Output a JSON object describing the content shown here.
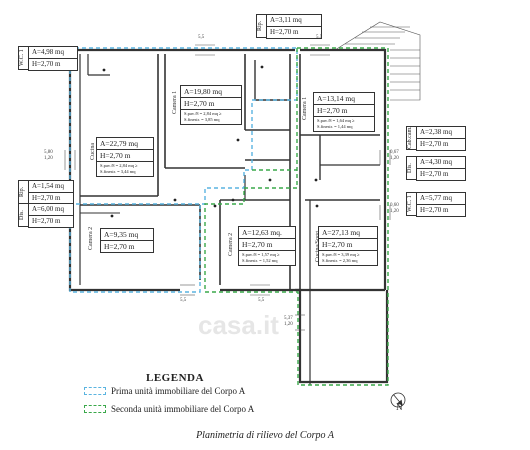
{
  "rooms": [
    {
      "id": "camera1",
      "name": "Camera 1",
      "area": "A=19,80 mq",
      "height": "H=2,70 m",
      "note1": "S.pav./8 = 2,84 mq ≥",
      "note2": "S.finestr. = 3,85 mq"
    },
    {
      "id": "cucina",
      "name": "Cucina",
      "area": "A=22,79 mq",
      "height": "H=2,70 m",
      "note1": "S.pav./8 = 2,84 mq ≥",
      "note2": "S.finestr. = 3,44 mq"
    },
    {
      "id": "camera2",
      "name": "Camera 2",
      "area": "A=9,35 mq",
      "height": "H=2,70 m"
    },
    {
      "id": "camera1b",
      "name": "Camera 1",
      "area": "A=13,14 mq",
      "height": "H=2,70 m",
      "note1": "S.pav./8 = 1,64 mq ≥",
      "note2": "S.finestr. = 1,44 mq"
    },
    {
      "id": "camera2b",
      "name": "Camera 2",
      "area": "A=12,63 mq.",
      "height": "H=2,70 m",
      "note1": "S.pav./8 = 1,57 mq ≥",
      "note2": "S.finestr. = 1,52 mq"
    },
    {
      "id": "cucina_sogg",
      "name": "Cucina/Sogg.",
      "area": "A=27,13 mq",
      "height": "H=2,70 m",
      "note1": "S.pav./8 = 3,39 mq ≥",
      "note2": "S.finestr. = 2,36 mq"
    }
  ],
  "external": {
    "rip_top": {
      "name": "Rip.",
      "area": "A=3,11 mq",
      "height": "H=2,70 m"
    },
    "wc1_left": {
      "name": "W.C. 1",
      "area": "A=4,98 mq",
      "height": "H=2,70 m"
    },
    "rip_left": {
      "name": "Rip.",
      "area": "A=1,54 mq",
      "height": "H=2,70 m"
    },
    "dis_left": {
      "name": "Dis.",
      "area": "A=6,00 mq",
      "height": "H=2,70 m"
    },
    "cabcam": {
      "name": "Cab.cam.",
      "area": "A=2,38 mq",
      "height": "H=2,70 m"
    },
    "dis_right": {
      "name": "Dis.",
      "area": "A=4,30 mq",
      "height": "H=2,70 m"
    },
    "wc1_right": {
      "name": "W.C. 1",
      "area": "A=5,77 mq",
      "height": "H=2,70 m"
    }
  },
  "dimensions": {
    "top_window": "5,5",
    "top_right_window": "5,5",
    "bottom_window": "5,5",
    "left_mid": "5,80\n1,20",
    "right_upper": "0,67\n1,20",
    "right_lower": "0,60\n1,20",
    "bottom_mid": "5,37\n1,20",
    "left_bottom_window": "5,5"
  },
  "legend": {
    "title": "LEGENDA",
    "items": [
      {
        "label": "Prima unità immobiliare del Corpo A",
        "color": "#5ab4e0"
      },
      {
        "label": "Seconda unità immobiliare del Corpo A",
        "color": "#3aa84a"
      }
    ]
  },
  "caption": "Planimetria di rilievo del Corpo A",
  "watermark": "casa.it",
  "north": "N"
}
